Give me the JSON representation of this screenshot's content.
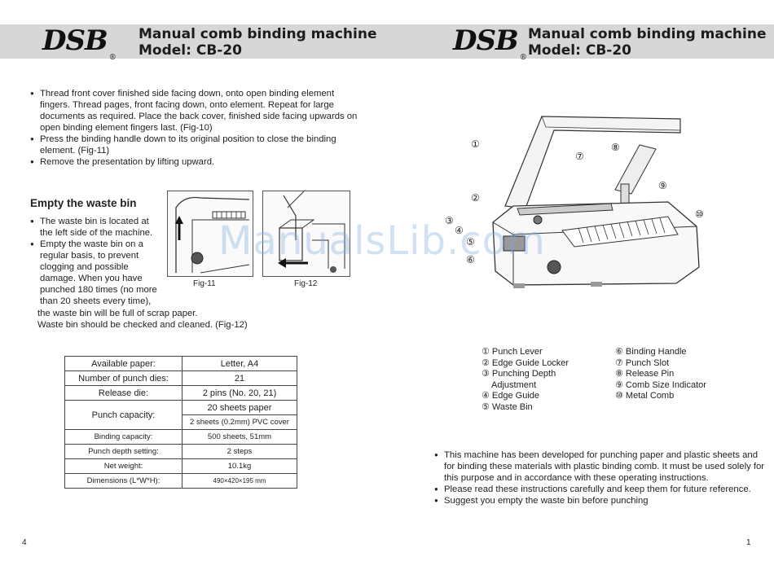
{
  "header": {
    "logo": "DSB",
    "reg_mark": "®",
    "title_line1": "Manual comb binding machine",
    "title_line2": "Model: CB-20"
  },
  "left_page": {
    "instructions": [
      "Thread front cover finished side facing down, onto open binding element fingers. Thread pages, front facing down, onto element. Repeat for large documents as required. Place the back cover, finished side facing upwards on open binding element fingers last. (Fig-10)",
      "Press the binding handle down to its original position to close the binding element. (Fig-11)",
      "Remove the presentation by lifting upward."
    ],
    "waste_heading": "Empty the waste bin",
    "waste_bullets": [
      "The waste bin is located at the left side of the machine.",
      "Empty the waste bin on a regular basis, to prevent clogging and possible damage. When you have punched 180 times (no more than 20 sheets every time),"
    ],
    "waste_tail1": "the waste bin will be full of scrap paper.",
    "waste_tail2": "Waste bin should be checked and cleaned. (Fig-12)",
    "fig11_caption": "Fig-11",
    "fig12_caption": "Fig-12",
    "specs": {
      "available_paper_label": "Available paper:",
      "available_paper_value": "Letter, A4",
      "punch_dies_label": "Number of punch dies:",
      "punch_dies_value": "21",
      "release_die_label": "Release die:",
      "release_die_value": "2 pins (No. 20, 21)",
      "punch_capacity_label": "Punch capacity:",
      "punch_capacity_value1": "20 sheets paper",
      "punch_capacity_value2": "2 sheets (0.2mm) PVC cover",
      "binding_capacity_label": "Binding capacity:",
      "binding_capacity_value": "500 sheets, 51mm",
      "punch_depth_label": "Punch depth setting:",
      "punch_depth_value": "2 steps",
      "net_weight_label": "Net weight:",
      "net_weight_value": "10.1kg",
      "dimensions_label": "Dimensions (L*W*H):",
      "dimensions_value": "490×420×195 mm"
    },
    "page_number": "4"
  },
  "right_page": {
    "callouts": [
      "①",
      "②",
      "③",
      "④",
      "⑤",
      "⑥",
      "⑦",
      "⑧",
      "⑨",
      "⑩"
    ],
    "parts_left": [
      "① Punch Lever",
      "② Edge Guide Locker",
      "③ Punching Depth",
      "Adjustment",
      "④ Edge Guide",
      "⑤ Waste Bin"
    ],
    "parts_right": [
      "⑥ Binding Handle",
      "⑦ Punch Slot",
      "⑧ Release Pin",
      "⑨ Comb Size Indicator",
      "⑩ Metal Comb"
    ],
    "notes": [
      "This machine has been developed for punching paper and plastic sheets and for binding these materials with plastic binding comb. It must be used solely for this purpose and in accordance with these operating instructions.",
      "Please read these instructions carefully and keep them for future reference.",
      "Suggest you empty the waste bin before punching"
    ],
    "page_number": "1"
  },
  "watermark": "ManualsLib.com"
}
